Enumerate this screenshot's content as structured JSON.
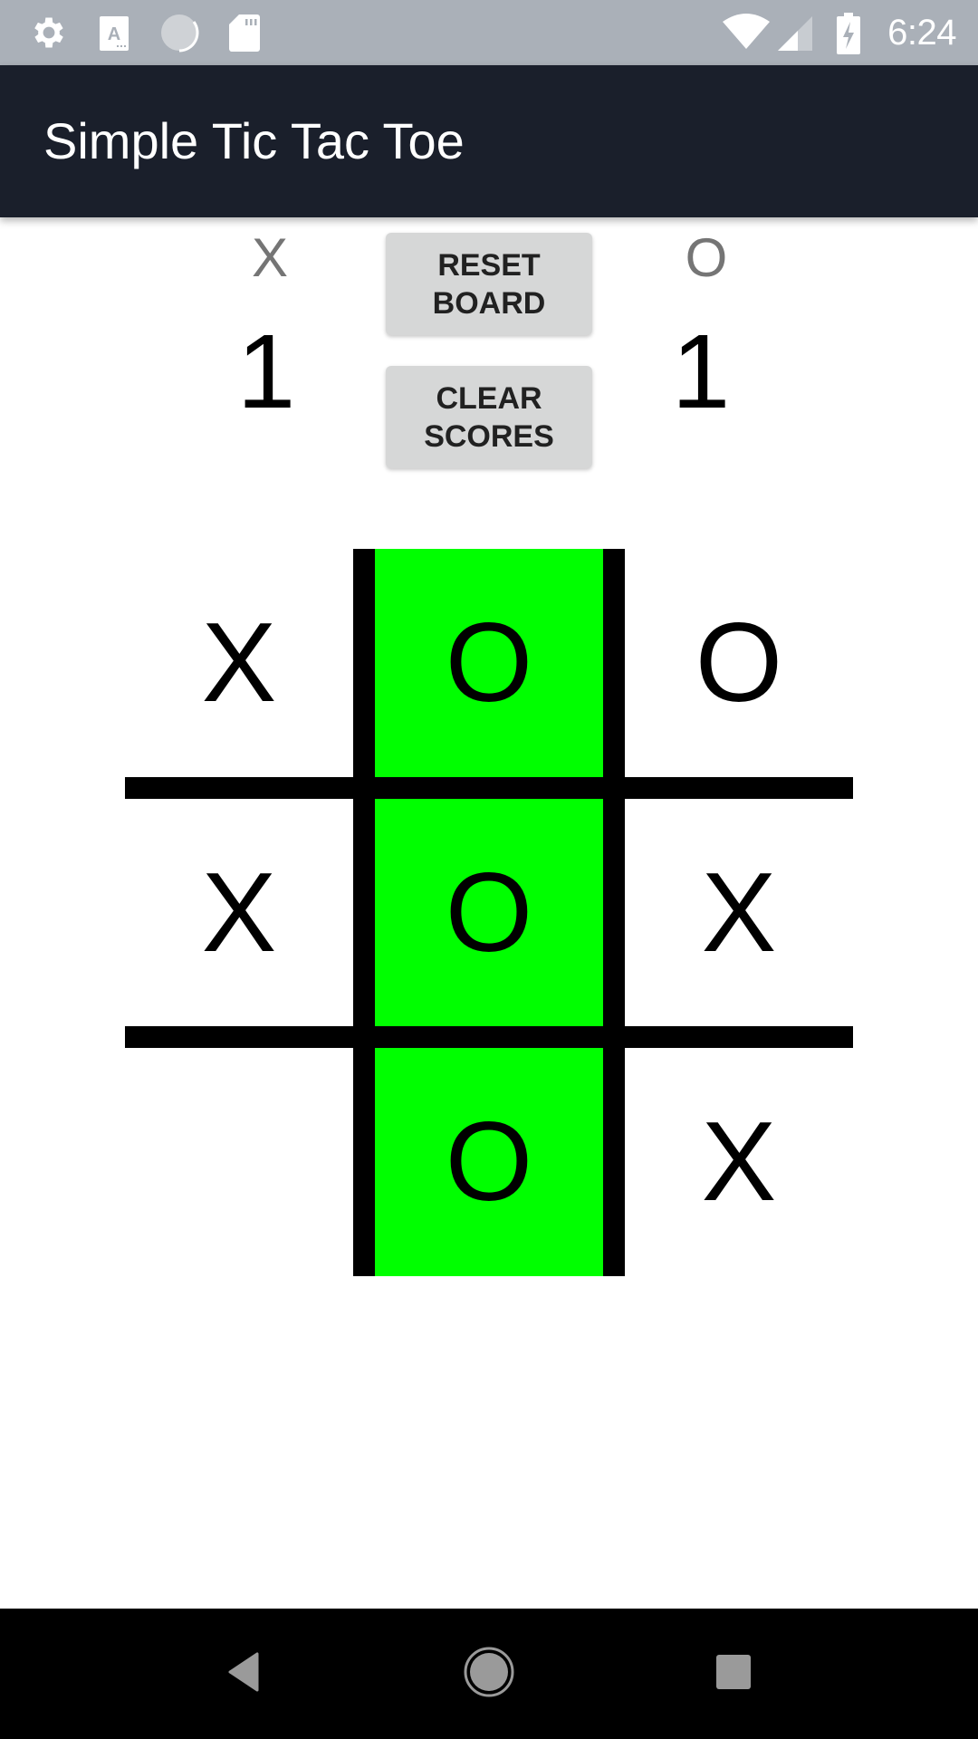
{
  "status_bar": {
    "left_icons": [
      "settings-gear-icon",
      "keyboard-a-icon",
      "loading-circle-icon",
      "sd-card-icon"
    ],
    "right_icons": [
      "wifi-icon",
      "cell-signal-icon",
      "battery-charging-icon"
    ],
    "time": "6:24",
    "background": "#aab0b8"
  },
  "action_bar": {
    "title": "Simple Tic Tac Toe",
    "background": "#1a1f2b"
  },
  "scoreboard": {
    "player_x": {
      "label": "X",
      "score": "1"
    },
    "player_o": {
      "label": "O",
      "score": "1"
    },
    "buttons": {
      "reset_board": {
        "line1": "RESET",
        "line2": "BOARD"
      },
      "clear_scores": {
        "line1": "CLEAR",
        "line2": "SCORES"
      }
    }
  },
  "board": {
    "cells": [
      {
        "row": 0,
        "col": 0,
        "mark": "X",
        "winning": false
      },
      {
        "row": 0,
        "col": 1,
        "mark": "O",
        "winning": true
      },
      {
        "row": 0,
        "col": 2,
        "mark": "O",
        "winning": false
      },
      {
        "row": 1,
        "col": 0,
        "mark": "X",
        "winning": false
      },
      {
        "row": 1,
        "col": 1,
        "mark": "O",
        "winning": true
      },
      {
        "row": 1,
        "col": 2,
        "mark": "X",
        "winning": false
      },
      {
        "row": 2,
        "col": 0,
        "mark": "",
        "winning": false
      },
      {
        "row": 2,
        "col": 1,
        "mark": "O",
        "winning": true
      },
      {
        "row": 2,
        "col": 2,
        "mark": "X",
        "winning": false
      }
    ],
    "win_highlight_color": "#00ff00",
    "grid_line_color": "#000000"
  },
  "nav_bar": {
    "buttons": [
      "back-icon",
      "home-icon",
      "recents-icon"
    ]
  }
}
